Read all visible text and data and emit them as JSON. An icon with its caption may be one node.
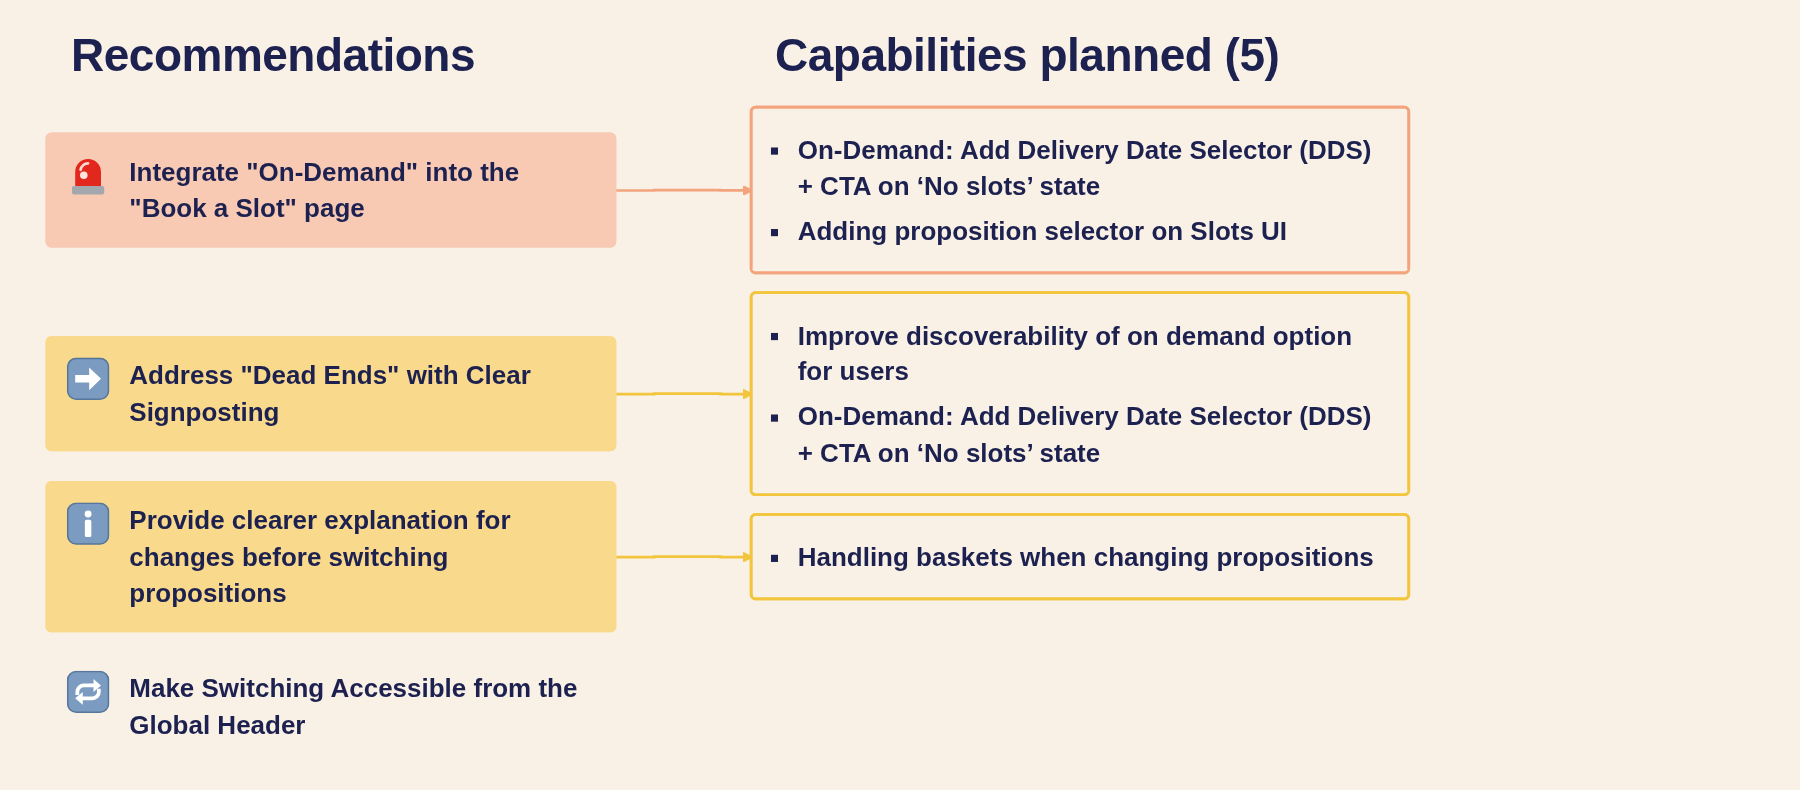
{
  "diagram": {
    "nodes": [
      {
        "text": [
          "Integrate \"On-Demand\" into the \"Book a Slot\" page"
        ]
      },
      {
        "text": [
          "Address \"Dead Ends\" with Clear Signposting"
        ]
      },
      {
        "text": [
          "Provide clearer explanation for changes before switching propositions"
        ]
      },
      {
        "text": [
          "Make Switching Accessible from the Global Header"
        ]
      },
      {
        "text": [
          "On-Demand: Add Delivery Date Selector (DDS) + CTA on ‘No slots’ state",
          "Adding proposition selector on Slots UI"
        ]
      },
      {
        "text": [
          "Improve discoverability of on demand option for users",
          "On-Demand: Add Delivery Date Selector (DDS) + CTA on ‘No slots’ state"
        ]
      },
      {
        "text": [
          "Handling baskets when changing propositions"
        ]
      }
    ],
    "edges": [
      {
        "from": 0,
        "to": 4,
        "arrow": "to",
        "color": "#f4a47c"
      },
      {
        "from": 1,
        "to": 5,
        "arrow": "to"
      },
      {
        "from": 2,
        "to": 6,
        "arrow": "to"
      }
    ],
    "labels": [
      "Recommendations",
      "Capabilities planned (5)"
    ]
  }
}
